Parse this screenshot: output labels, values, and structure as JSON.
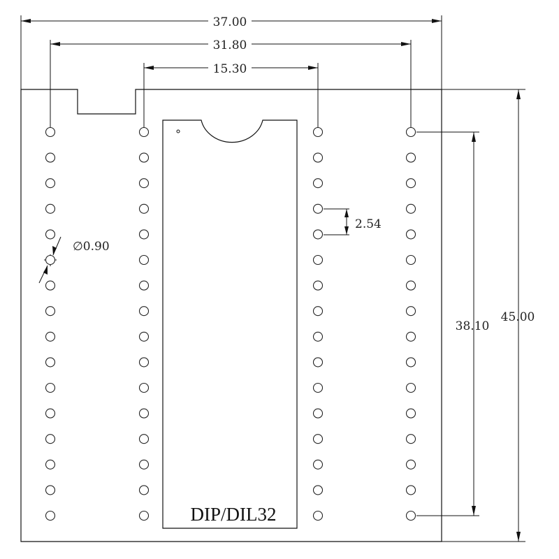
{
  "dimensions": {
    "overall_width": "37.00",
    "outer_row_span": "31.80",
    "inner_row_span": "15.30",
    "pin_pitch": "2.54",
    "hole_diameter": "∅0.90",
    "pin_column_length": "38.10",
    "overall_height": "45.00"
  },
  "chip_label": "DIP/DIL32",
  "pins_per_column": 16,
  "pin_columns": 4
}
